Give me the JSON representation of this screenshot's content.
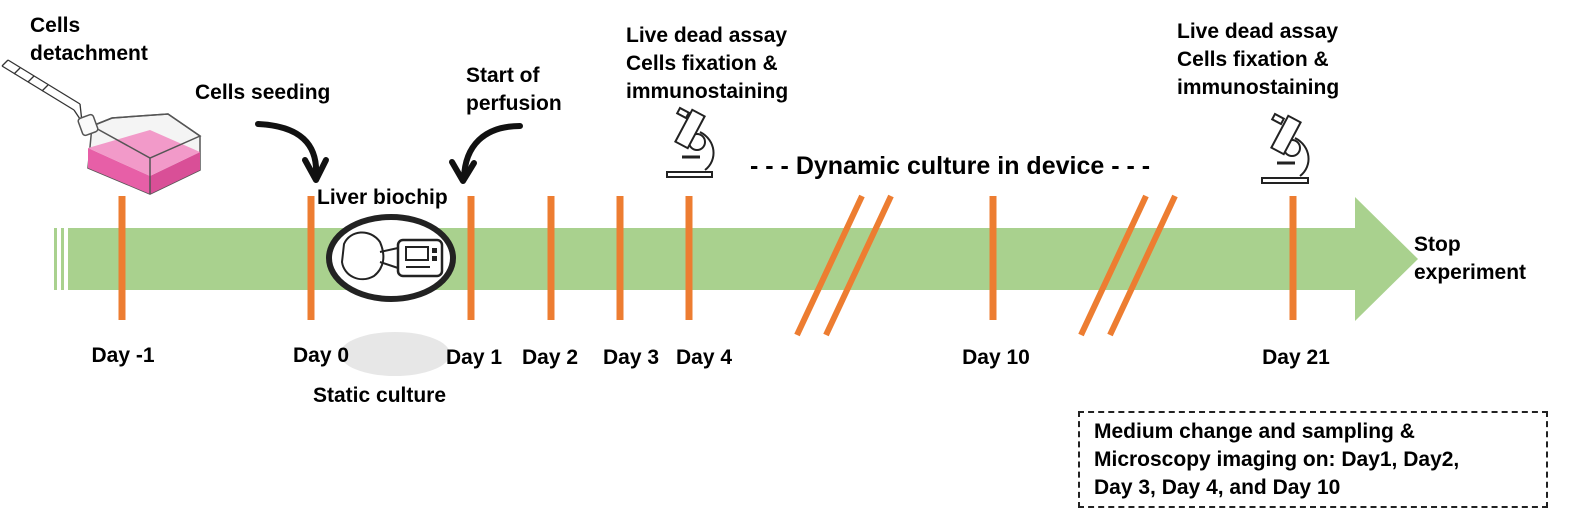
{
  "labels": {
    "cells_detachment": [
      "Cells",
      "detachment"
    ],
    "cells_seeding": "Cells seeding",
    "start_perfusion": [
      "Start of",
      "perfusion"
    ],
    "liver_biochip": "Liver biochip",
    "static_culture": "Static culture",
    "assay_day4": [
      "Live dead assay",
      "Cells fixation &",
      "immunostaining"
    ],
    "assay_day21": [
      "Live dead assay",
      "Cells fixation &",
      "immunostaining"
    ],
    "dynamic_culture": "- - -  Dynamic culture in device  - - -",
    "stop": [
      "Stop",
      "experiment"
    ]
  },
  "days": [
    "Day -1",
    "Day 0",
    "Day 1",
    "Day 2",
    "Day 3",
    "Day 4",
    "Day 10",
    "Day 21"
  ],
  "note": [
    "Medium change and sampling &",
    "Microscopy imaging on: Day1, Day2,",
    "Day 3, Day 4, and Day 10"
  ],
  "colors": {
    "arrow": "#a9d18e",
    "tick": "#ed7d31",
    "flask_medium": "#e75fa7"
  },
  "icons": [
    "flask-pipette-icon",
    "liver-biochip-icon",
    "microscope-icon",
    "curved-arrow-icon"
  ]
}
